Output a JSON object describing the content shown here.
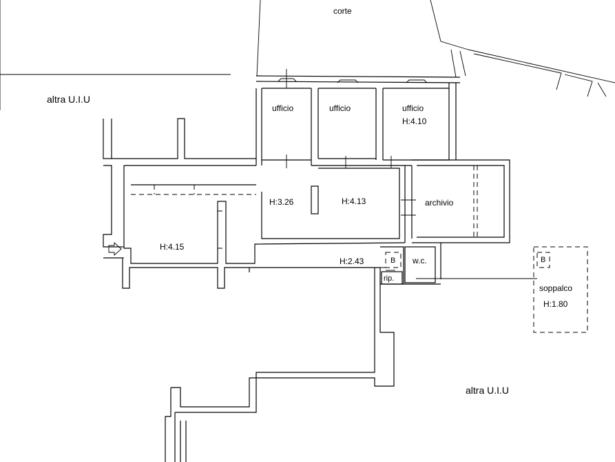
{
  "plan": {
    "courtyard": "corte",
    "neighbor_units": [
      "altra U.I.U",
      "altra U.I.U"
    ],
    "rooms": {
      "ufficio_1": "ufficio",
      "ufficio_2": "ufficio",
      "ufficio_3": "ufficio",
      "ufficio_3_height": "H:4.10",
      "corridor_height": "H:3.26",
      "central_height": "H:4.13",
      "archive": "archivio",
      "entrance_height": "H:4.15",
      "stair_height": "H:2.43",
      "stair_mark": "B",
      "storage": "rip.",
      "wc": "w.c.",
      "mezzanine": "soppalco",
      "mezzanine_mark": "B",
      "mezzanine_height": "H:1.80"
    }
  }
}
